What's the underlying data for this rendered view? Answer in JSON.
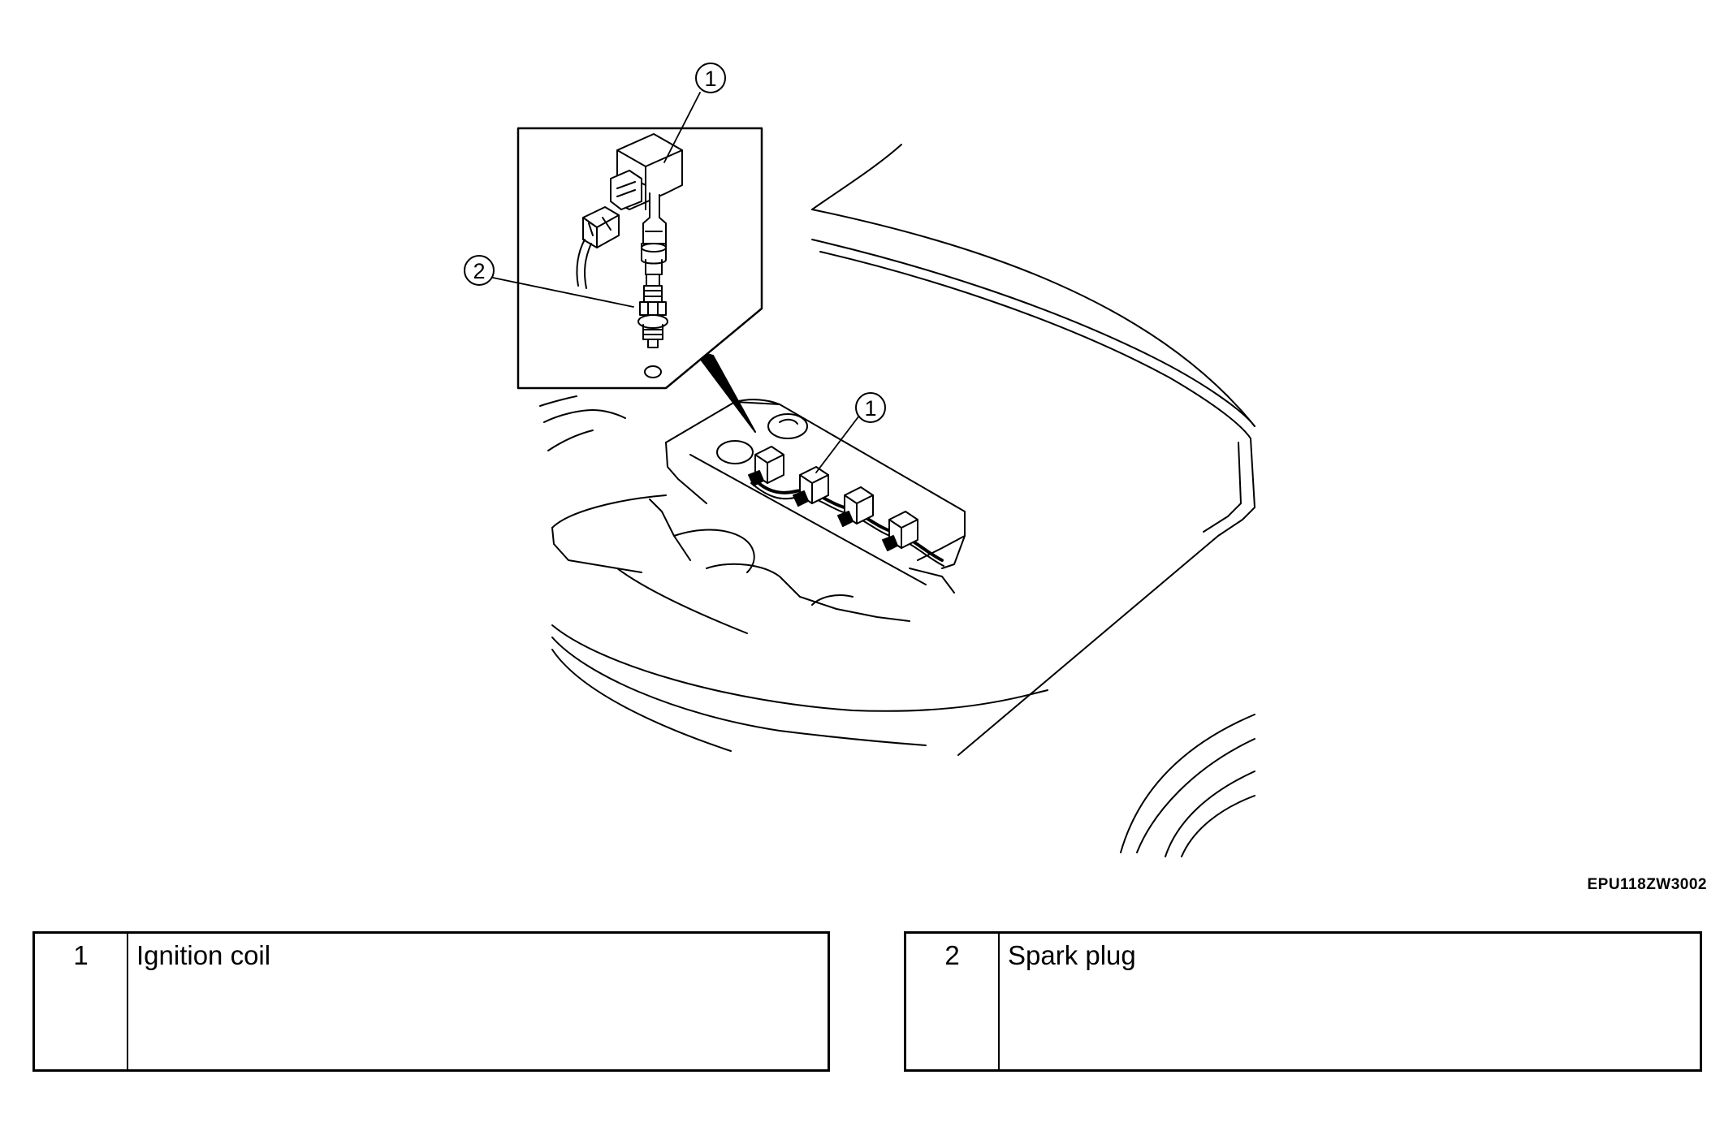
{
  "callouts": {
    "detail_coil": "1",
    "detail_plug": "2",
    "engine_coil": "1"
  },
  "figure_code": "EPU118ZW3002",
  "legend": [
    {
      "number": "1",
      "label": "Ignition coil"
    },
    {
      "number": "2",
      "label": "Spark plug"
    }
  ]
}
